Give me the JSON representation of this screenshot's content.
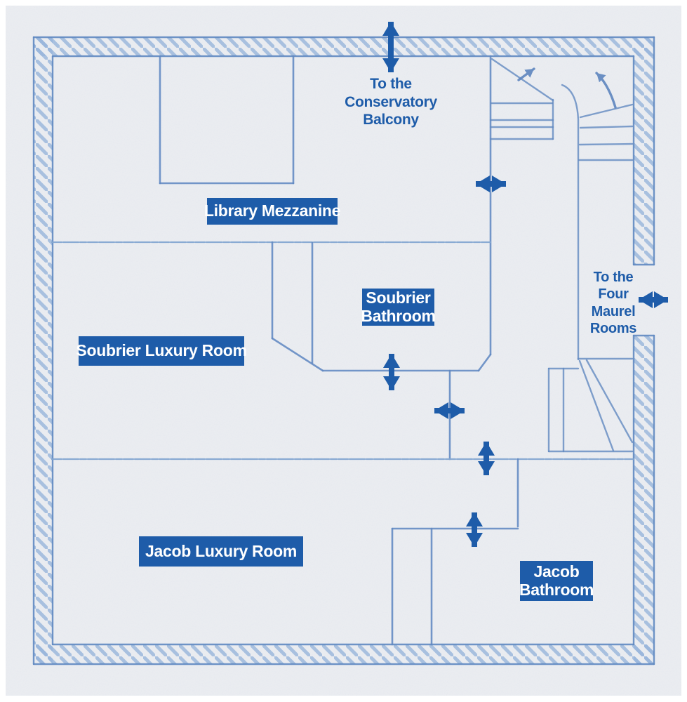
{
  "colors": {
    "label_bg": "#1E5CA9",
    "label_text": "#FFFFFF",
    "direction_text": "#1E5CA9",
    "arrow": "#1E5CA9",
    "wall_line": "#6189C1",
    "wall_hatch": "#97B5DB",
    "paper": "#ECEEF2"
  },
  "rooms": {
    "library_mezzanine": {
      "label": "Library Mezzanine"
    },
    "soubrier_bathroom": {
      "line1": "Soubrier",
      "line2": "Bathroom"
    },
    "soubrier_luxury_room": {
      "label": "Soubrier Luxury Room"
    },
    "jacob_luxury_room": {
      "label": "Jacob Luxury Room"
    },
    "jacob_bathroom": {
      "line1": "Jacob",
      "line2": "Bathroom"
    }
  },
  "directions": {
    "conservatory": {
      "lines": [
        "To the",
        "Conservatory",
        "Balcony"
      ]
    },
    "maurel": {
      "lines": [
        "To the",
        "Four",
        "Maurel",
        "Rooms"
      ]
    }
  },
  "doors": [
    {
      "id": "conservatory-balcony-door"
    },
    {
      "id": "mezzanine-corridor-door"
    },
    {
      "id": "four-maurel-rooms-door"
    },
    {
      "id": "soubrier-bathroom-door"
    },
    {
      "id": "soubrier-vestibule-door"
    },
    {
      "id": "jacob-entry-door"
    },
    {
      "id": "jacob-bathroom-door"
    }
  ],
  "stairs": [
    {
      "id": "upper-left-staircase"
    },
    {
      "id": "upper-right-staircase"
    },
    {
      "id": "lower-right-staircase"
    }
  ]
}
